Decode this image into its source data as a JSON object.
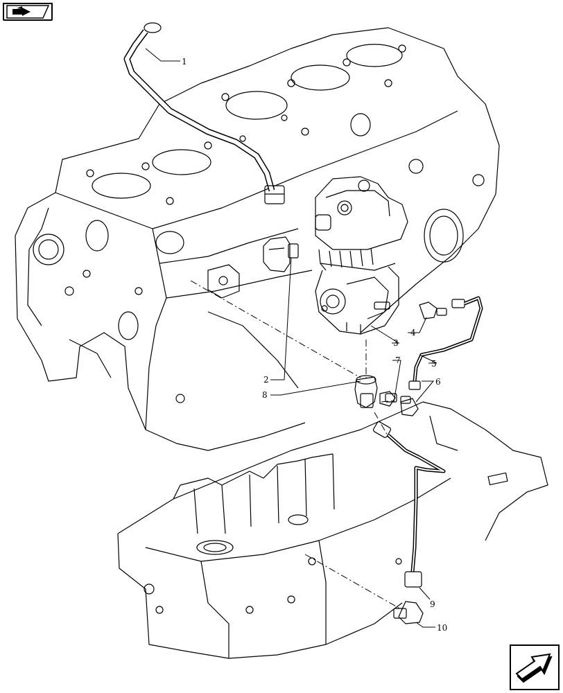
{
  "navigation": {
    "prev_icon": "book-arrow-icon",
    "next_icon": "next-page-arrow-icon"
  },
  "callouts": [
    "1",
    "2",
    "3",
    "4",
    "5",
    "6",
    "7",
    "8",
    "9",
    "10"
  ],
  "colors": {
    "line": "#000000",
    "background": "#ffffff"
  }
}
